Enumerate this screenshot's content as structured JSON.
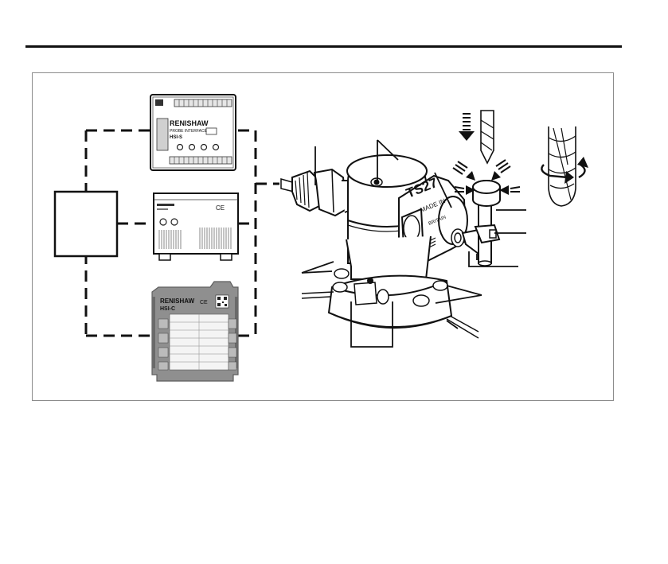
{
  "colors": {
    "line": "#111111",
    "frame": "#8c8c8c",
    "module_grey": "#8f8f8f",
    "module_dark": "#6a6a6a",
    "panel_light": "#f4f4f4"
  },
  "interface_top": {
    "brand": "RENISHAW",
    "product_line": "PROBE INTERFACE",
    "model": "HSI-S"
  },
  "interface_din": {
    "brand": "RENISHAW",
    "model": "HSI-C"
  },
  "probe": {
    "body_label": "TS27",
    "made_in": "MADE IN",
    "origin": "BRITAIN"
  }
}
